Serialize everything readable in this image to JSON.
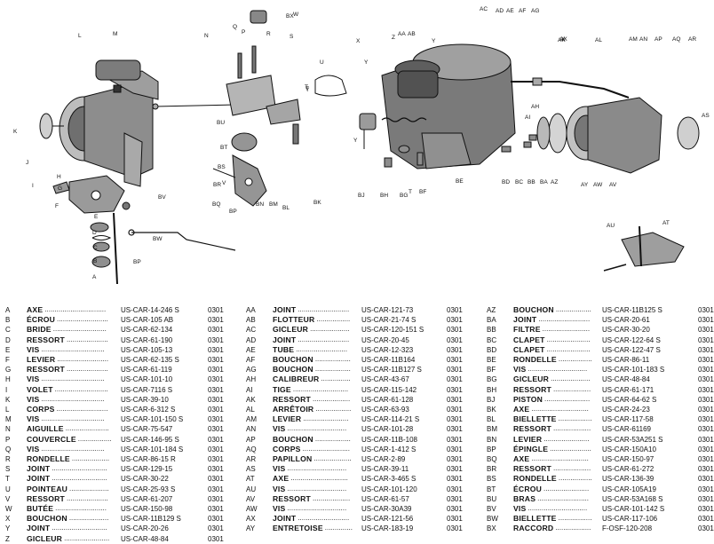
{
  "parts_columns": [
    [
      {
        "code": "A",
        "name": "AXE",
        "ref": "US-CAR-14-246 S",
        "qty": "0301"
      },
      {
        "code": "B",
        "name": "ÉCROU",
        "ref": "US-CAR-105 AB",
        "qty": "0301"
      },
      {
        "code": "C",
        "name": "BRIDE",
        "ref": "US-CAR-62-134",
        "qty": "0301"
      },
      {
        "code": "D",
        "name": "RESSORT",
        "ref": "US-CAR-61-190",
        "qty": "0301"
      },
      {
        "code": "E",
        "name": "VIS",
        "ref": "US-CAR-105-13",
        "qty": "0301"
      },
      {
        "code": "F",
        "name": "LEVIER",
        "ref": "US-CAR-62-135 S",
        "qty": "0301"
      },
      {
        "code": "G",
        "name": "RESSORT",
        "ref": "US-CAR-61-119",
        "qty": "0301"
      },
      {
        "code": "H",
        "name": "VIS",
        "ref": "US-CAR-101-10",
        "qty": "0301"
      },
      {
        "code": "I",
        "name": "VOLET",
        "ref": "US-CAR-7116 S",
        "qty": "0301"
      },
      {
        "code": "K",
        "name": "VIS",
        "ref": "US-CAR-39-10",
        "qty": "0301"
      },
      {
        "code": "L",
        "name": "CORPS",
        "ref": "US-CAR-6-312 S",
        "qty": "0301"
      },
      {
        "code": "M",
        "name": "VIS",
        "ref": "US-CAR-101-150 S",
        "qty": "0301"
      },
      {
        "code": "N",
        "name": "AIGUILLE",
        "ref": "US-CAR-75-547",
        "qty": "0301"
      },
      {
        "code": "P",
        "name": "COUVERCLE",
        "ref": "US-CAR-146-95 S",
        "qty": "0301"
      },
      {
        "code": "Q",
        "name": "VIS",
        "ref": "US-CAR-101-184 S",
        "qty": "0301"
      },
      {
        "code": "R",
        "name": "RONDELLE",
        "ref": "US-CAR-86-15 R",
        "qty": "0301"
      },
      {
        "code": "S",
        "name": "JOINT",
        "ref": "US-CAR-129-15",
        "qty": "0301"
      },
      {
        "code": "T",
        "name": "JOINT",
        "ref": "US-CAR-30-22",
        "qty": "0301"
      },
      {
        "code": "U",
        "name": "POINTEAU",
        "ref": "US-CAR-25-93 S",
        "qty": "0301"
      },
      {
        "code": "V",
        "name": "RESSORT",
        "ref": "US-CAR-61-207",
        "qty": "0301"
      },
      {
        "code": "W",
        "name": "BUTÉE",
        "ref": "US-CAR-150-98",
        "qty": "0301"
      },
      {
        "code": "X",
        "name": "BOUCHON",
        "ref": "US-CAR-11B129 S",
        "qty": "0301"
      },
      {
        "code": "Y",
        "name": "JOINT",
        "ref": "US-CAR-20-26",
        "qty": "0301"
      },
      {
        "code": "Z",
        "name": "GICLEUR",
        "ref": "US-CAR-48-84",
        "qty": "0301"
      }
    ],
    [
      {
        "code": "AA",
        "name": "JOINT",
        "ref": "US-CAR-121-73",
        "qty": "0301"
      },
      {
        "code": "AB",
        "name": "FLOTTEUR",
        "ref": "US-CAR-21-74 S",
        "qty": "0301"
      },
      {
        "code": "AC",
        "name": "GICLEUR",
        "ref": "US-CAR-120-151 S",
        "qty": "0301"
      },
      {
        "code": "AD",
        "name": "JOINT",
        "ref": "US-CAR-20-45",
        "qty": "0301"
      },
      {
        "code": "AE",
        "name": "TUBE",
        "ref": "US-CAR-12-323",
        "qty": "0301"
      },
      {
        "code": "AF",
        "name": "BOUCHON",
        "ref": "US-CAR-11B164",
        "qty": "0301"
      },
      {
        "code": "AG",
        "name": "BOUCHON",
        "ref": "US-CAR-11B127 S",
        "qty": "0301"
      },
      {
        "code": "AH",
        "name": "CALIBREUR",
        "ref": "US-CAR-43-67",
        "qty": "0301"
      },
      {
        "code": "AI",
        "name": "TIGE",
        "ref": "US-CAR-115-142",
        "qty": "0301"
      },
      {
        "code": "AK",
        "name": "RESSORT",
        "ref": "US-CAR-61-128",
        "qty": "0301"
      },
      {
        "code": "AL",
        "name": "ARRÊTOIR",
        "ref": "US-CAR-63-93",
        "qty": "0301"
      },
      {
        "code": "AM",
        "name": "LEVIER",
        "ref": "US-CAR-114-21 S",
        "qty": "0301"
      },
      {
        "code": "AN",
        "name": "VIS",
        "ref": "US-CAR-101-28",
        "qty": "0301"
      },
      {
        "code": "AP",
        "name": "BOUCHON",
        "ref": "US-CAR-11B-108",
        "qty": "0301"
      },
      {
        "code": "AQ",
        "name": "CORPS",
        "ref": "US-CAR-1-412 S",
        "qty": "0301"
      },
      {
        "code": "AR",
        "name": "PAPILLON",
        "ref": "US-CAR-2-89",
        "qty": "0301"
      },
      {
        "code": "AS",
        "name": "VIS",
        "ref": "US-CAR-39-11",
        "qty": "0301"
      },
      {
        "code": "AT",
        "name": "AXE",
        "ref": "US-CAR-3-465 S",
        "qty": "0301"
      },
      {
        "code": "AU",
        "name": "VIS",
        "ref": "US-CAR-101-120",
        "qty": "0301"
      },
      {
        "code": "AV",
        "name": "RESSORT",
        "ref": "US-CAR-61-57",
        "qty": "0301"
      },
      {
        "code": "AW",
        "name": "VIS",
        "ref": "US-CAR-30A39",
        "qty": "0301"
      },
      {
        "code": "AX",
        "name": "JOINT",
        "ref": "US-CAR-121-56",
        "qty": "0301"
      },
      {
        "code": "AY",
        "name": "ENTRETOISE",
        "ref": "US-CAR-183-19",
        "qty": "0301"
      }
    ],
    [
      {
        "code": "AZ",
        "name": "BOUCHON",
        "ref": "US-CAR-11B125 S",
        "qty": "0301"
      },
      {
        "code": "BA",
        "name": "JOINT",
        "ref": "US-CAR-20-61",
        "qty": "0301"
      },
      {
        "code": "BB",
        "name": "FILTRE",
        "ref": "US-CAR-30-20",
        "qty": "0301"
      },
      {
        "code": "BC",
        "name": "CLAPET",
        "ref": "US-CAR-122-64 S",
        "qty": "0301"
      },
      {
        "code": "BD",
        "name": "CLAPET",
        "ref": "US-CAR-122-47 S",
        "qty": "0301"
      },
      {
        "code": "BE",
        "name": "RONDELLE",
        "ref": "US-CAR-86-11",
        "qty": "0301"
      },
      {
        "code": "BF",
        "name": "VIS",
        "ref": "US-CAR-101-183 S",
        "qty": "0301"
      },
      {
        "code": "BG",
        "name": "GICLEUR",
        "ref": "US-CAR-48-84",
        "qty": "0301"
      },
      {
        "code": "BH",
        "name": "RESSORT",
        "ref": "US-CAR-61-171",
        "qty": "0301"
      },
      {
        "code": "BJ",
        "name": "PISTON",
        "ref": "US-CAR-64-62 S",
        "qty": "0301"
      },
      {
        "code": "BK",
        "name": "AXE",
        "ref": "US-CAR-24-23",
        "qty": "0301"
      },
      {
        "code": "BL",
        "name": "BIELLETTE",
        "ref": "US-CAR-117-58",
        "qty": "0301"
      },
      {
        "code": "BM",
        "name": "RESSORT",
        "ref": "US-CAR-61169",
        "qty": "0301"
      },
      {
        "code": "BN",
        "name": "LEVIER",
        "ref": "US-CAR-53A251 S",
        "qty": "0301"
      },
      {
        "code": "BP",
        "name": "ÉPINGLE",
        "ref": "US-CAR-150A10",
        "qty": "0301"
      },
      {
        "code": "BQ",
        "name": "AXE",
        "ref": "US-CAR-150-97",
        "qty": "0301"
      },
      {
        "code": "BR",
        "name": "RESSORT",
        "ref": "US-CAR-61-272",
        "qty": "0301"
      },
      {
        "code": "BS",
        "name": "RONDELLE",
        "ref": "US-CAR-136-39",
        "qty": "0301"
      },
      {
        "code": "BT",
        "name": "ÉCROU",
        "ref": "US-CAR-105A19",
        "qty": "0301"
      },
      {
        "code": "BU",
        "name": "BRAS",
        "ref": "US-CAR-53A168 S",
        "qty": "0301"
      },
      {
        "code": "BV",
        "name": "VIS",
        "ref": "US-CAR-101-142 S",
        "qty": "0301"
      },
      {
        "code": "BW",
        "name": "BIELLETTE",
        "ref": "US-CAR-117-106",
        "qty": "0301"
      },
      {
        "code": "BX",
        "name": "RACCORD",
        "ref": "F-OSF-120-208",
        "qty": "0301"
      }
    ]
  ],
  "diagram_labels": [
    "A",
    "B",
    "C",
    "D",
    "E",
    "F",
    "G",
    "H",
    "I",
    "J",
    "K",
    "L",
    "M",
    "N",
    "P",
    "Q",
    "R",
    "S",
    "T",
    "U",
    "V",
    "W",
    "X",
    "Y",
    "Y",
    "Y",
    "Y",
    "Z",
    "AA",
    "AB",
    "AC",
    "AD",
    "AE",
    "AF",
    "AG",
    "AH",
    "AI",
    "AK",
    "AL",
    "AM",
    "AN",
    "AP",
    "AQ",
    "AR",
    "AS",
    "AT",
    "AU",
    "AV",
    "AW",
    "AX",
    "AY",
    "AZ",
    "BA",
    "BB",
    "BC",
    "BD",
    "BE",
    "BF",
    "BG",
    "BH",
    "BJ",
    "BK",
    "BL",
    "BM",
    "BN",
    "BP",
    "BP",
    "BQ",
    "BR",
    "BS",
    "BT",
    "BU",
    "BV",
    "BW",
    "BX",
    "T",
    "T",
    "X"
  ],
  "colors": {
    "ink": "#111111",
    "paper": "#ffffff",
    "shade": "#555555"
  }
}
